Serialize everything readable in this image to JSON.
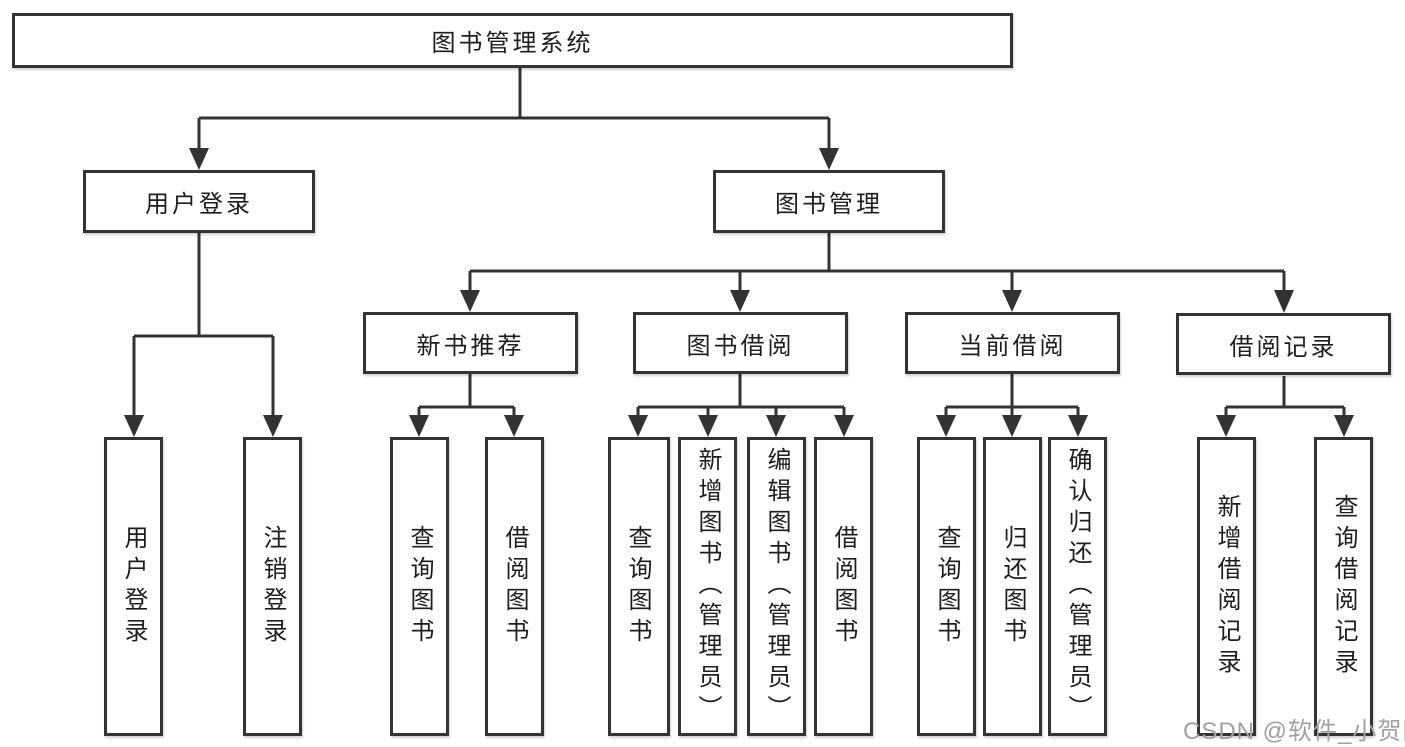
{
  "diagram": {
    "title": "图书管理系统",
    "root": {
      "label": "图书管理系统"
    },
    "level2": [
      {
        "label": "用户登录"
      },
      {
        "label": "图书管理"
      }
    ],
    "level3": [
      {
        "label": "新书推荐"
      },
      {
        "label": "图书借阅"
      },
      {
        "label": "当前借阅"
      },
      {
        "label": "借阅记录"
      }
    ],
    "leaves": {
      "login": [
        "用户登录",
        "注销登录"
      ],
      "recommend": [
        "查询图书",
        "借阅图书"
      ],
      "borrow": [
        "查询图书",
        "新增图书（管理员）",
        "编辑图书（管理员）",
        "借阅图书"
      ],
      "current": [
        "查询图书",
        "归还图书",
        "确认归还（管理员）"
      ],
      "records": [
        "新增借阅记录",
        "查询借阅记录"
      ]
    }
  },
  "watermark": "CSDN @软件_小贺同学",
  "colors": {
    "line": "#333333",
    "text": "#1d1d1d",
    "box_background": "#ffffff",
    "watermark": "#a0a0a0",
    "page_background": "#ffffff"
  }
}
